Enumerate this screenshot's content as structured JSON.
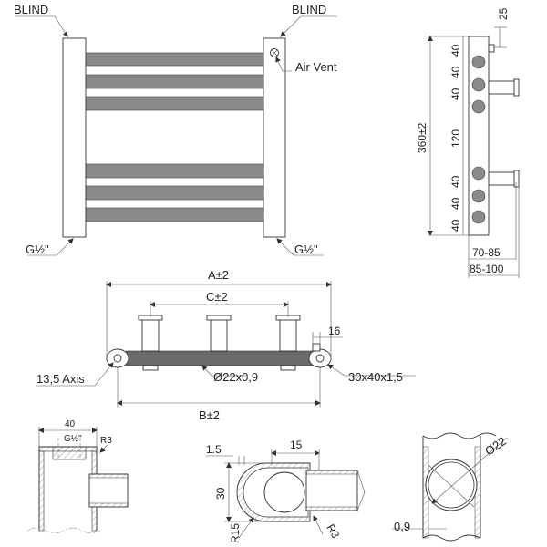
{
  "front_view": {
    "label_blind_left": "BLIND",
    "label_blind_right": "BLIND",
    "label_air_vent": "Air Vent",
    "label_thread_left": "G½\"",
    "label_thread_right": "G½\""
  },
  "side_view": {
    "dim_25": "25",
    "dim_top_40a": "40",
    "dim_top_40b": "40",
    "dim_top_40c": "40",
    "dim_120": "120",
    "dim_bot_40a": "40",
    "dim_bot_40b": "40",
    "dim_bot_40c": "40",
    "dim_height": "360±2",
    "dim_70_85": "70-85",
    "dim_85_100": "85-100"
  },
  "top_view": {
    "dim_a": "A±2",
    "dim_c": "C±2",
    "dim_b": "B±2",
    "dim_16": "16",
    "label_axis": "13,5 Axis",
    "label_tube": "Ø22x0,9",
    "label_profile": "30x40x1,5"
  },
  "detail_left": {
    "dim_40": "40",
    "label_thread": "G½\"",
    "label_r3": "R3"
  },
  "detail_middle": {
    "dim_1_5": "1.5",
    "dim_15": "15",
    "dim_30": "30",
    "label_r15": "R15",
    "label_r3": "R3"
  },
  "detail_right": {
    "dim_22": "Ø22",
    "dim_0_9": "0,9"
  }
}
